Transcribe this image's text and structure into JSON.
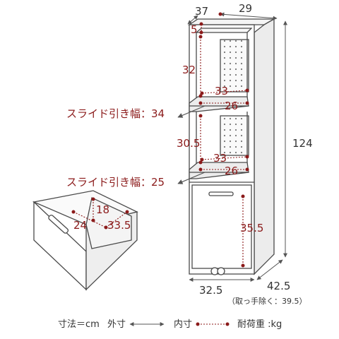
{
  "dimensions": {
    "top_depth": "37",
    "top_width": "29",
    "top_inset": "5",
    "upper_height": "32",
    "shelf1_depth": "33",
    "shelf1_width": "26",
    "lower_height": "30.5",
    "shelf2_depth": "33",
    "shelf2_width": "26",
    "total_height": "124",
    "bin_height": "35.5",
    "base_width": "32.5",
    "base_depth": "42.5",
    "drawer_height": "18",
    "drawer_width": "24",
    "drawer_depth": "33.5"
  },
  "labels": {
    "slide1": "スライド引き幅：34",
    "slide2": "スライド引き幅：25",
    "handle_note": "（取っ手除く：39.5）"
  },
  "legend": {
    "unit": "寸法＝cm",
    "outer": "外寸",
    "inner": "内寸",
    "load": "耐荷重 :kg"
  },
  "colors": {
    "inner_dim": "#8b1a1a",
    "outer_dim": "#555555",
    "outline": "#4a4a4a"
  }
}
